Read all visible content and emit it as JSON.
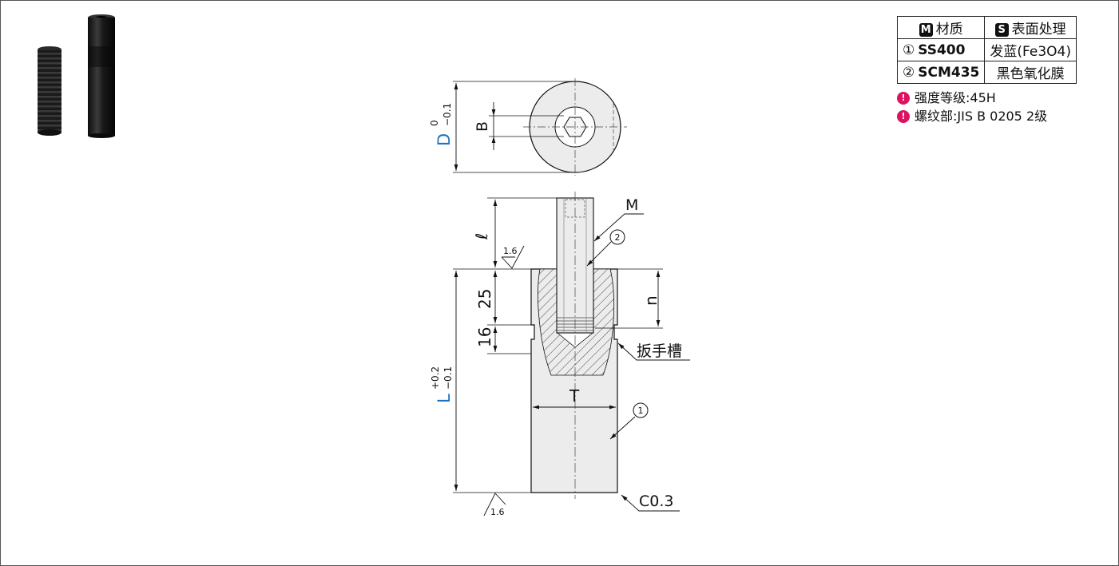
{
  "spec_table": {
    "header_material_tag": "M",
    "header_material": "材质",
    "header_surface_tag": "S",
    "header_surface": "表面处理",
    "rows": [
      {
        "num": "①",
        "material": "SS400",
        "surface": "发蓝(Fe3O4)"
      },
      {
        "num": "②",
        "material": "SCM435",
        "surface": "黑色氧化膜"
      }
    ]
  },
  "notes": [
    {
      "text": "强度等级:45H"
    },
    {
      "text": "螺纹部:JIS B 0205 2级"
    }
  ],
  "drawing": {
    "dim_D": "D",
    "dim_D_tol_upper": "0",
    "dim_D_tol_lower": "−0.1",
    "dim_B": "B",
    "dim_l": "ℓ",
    "dim_25": "25",
    "dim_16": "16",
    "dim_L": "L",
    "dim_L_tol_upper": "+0.2",
    "dim_L_tol_lower": "−0.1",
    "dim_n": "n",
    "dim_T": "T",
    "label_M": "M",
    "balloon_2": "2",
    "balloon_1": "1",
    "label_groove": "扳手槽",
    "label_chamfer": "C0.3",
    "roughness_top": "1.6",
    "roughness_bottom": "1.6"
  },
  "colors": {
    "accent_dimension": "#1a73c7",
    "part_fill": "#ececec",
    "note_icon": "#e0115f"
  }
}
